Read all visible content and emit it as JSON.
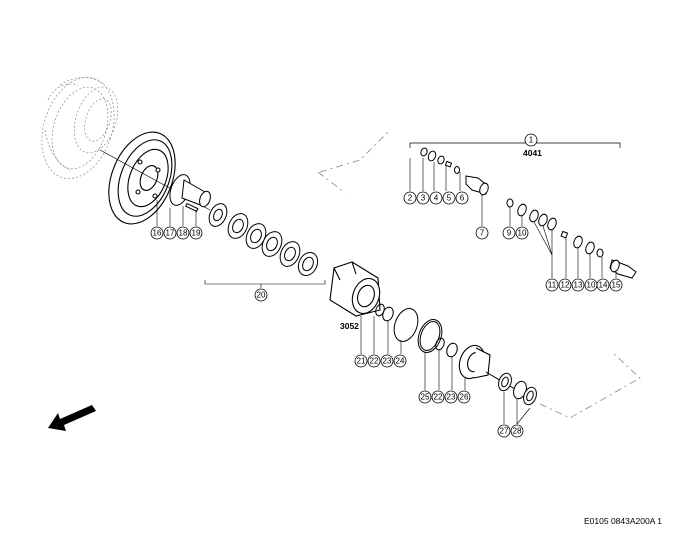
{
  "colors": {
    "line": "#000000",
    "dashed": "#888888",
    "background": "#ffffff"
  },
  "assembly_labels": {
    "upper": "4041",
    "middle": "3052"
  },
  "reference_code": "E0105 0843A200A 1",
  "callouts": {
    "c1": "1",
    "c2": "2",
    "c3": "3",
    "c4": "4",
    "c5": "5",
    "c6": "6",
    "c7": "7",
    "c9": "9",
    "c10a": "10",
    "c11": "11",
    "c12": "12",
    "c13": "13",
    "c10b": "10",
    "c14": "14",
    "c15": "15",
    "c16": "16",
    "c17": "17",
    "c18": "18",
    "c19": "19",
    "c20": "20",
    "c21": "21",
    "c22a": "22",
    "c23a": "23",
    "c24": "24",
    "c25": "25",
    "c22b": "22",
    "c23b": "23",
    "c26": "26",
    "c27": "27",
    "c28": "28"
  },
  "icons": {
    "direction_arrow": "arrow-down-left-icon"
  }
}
